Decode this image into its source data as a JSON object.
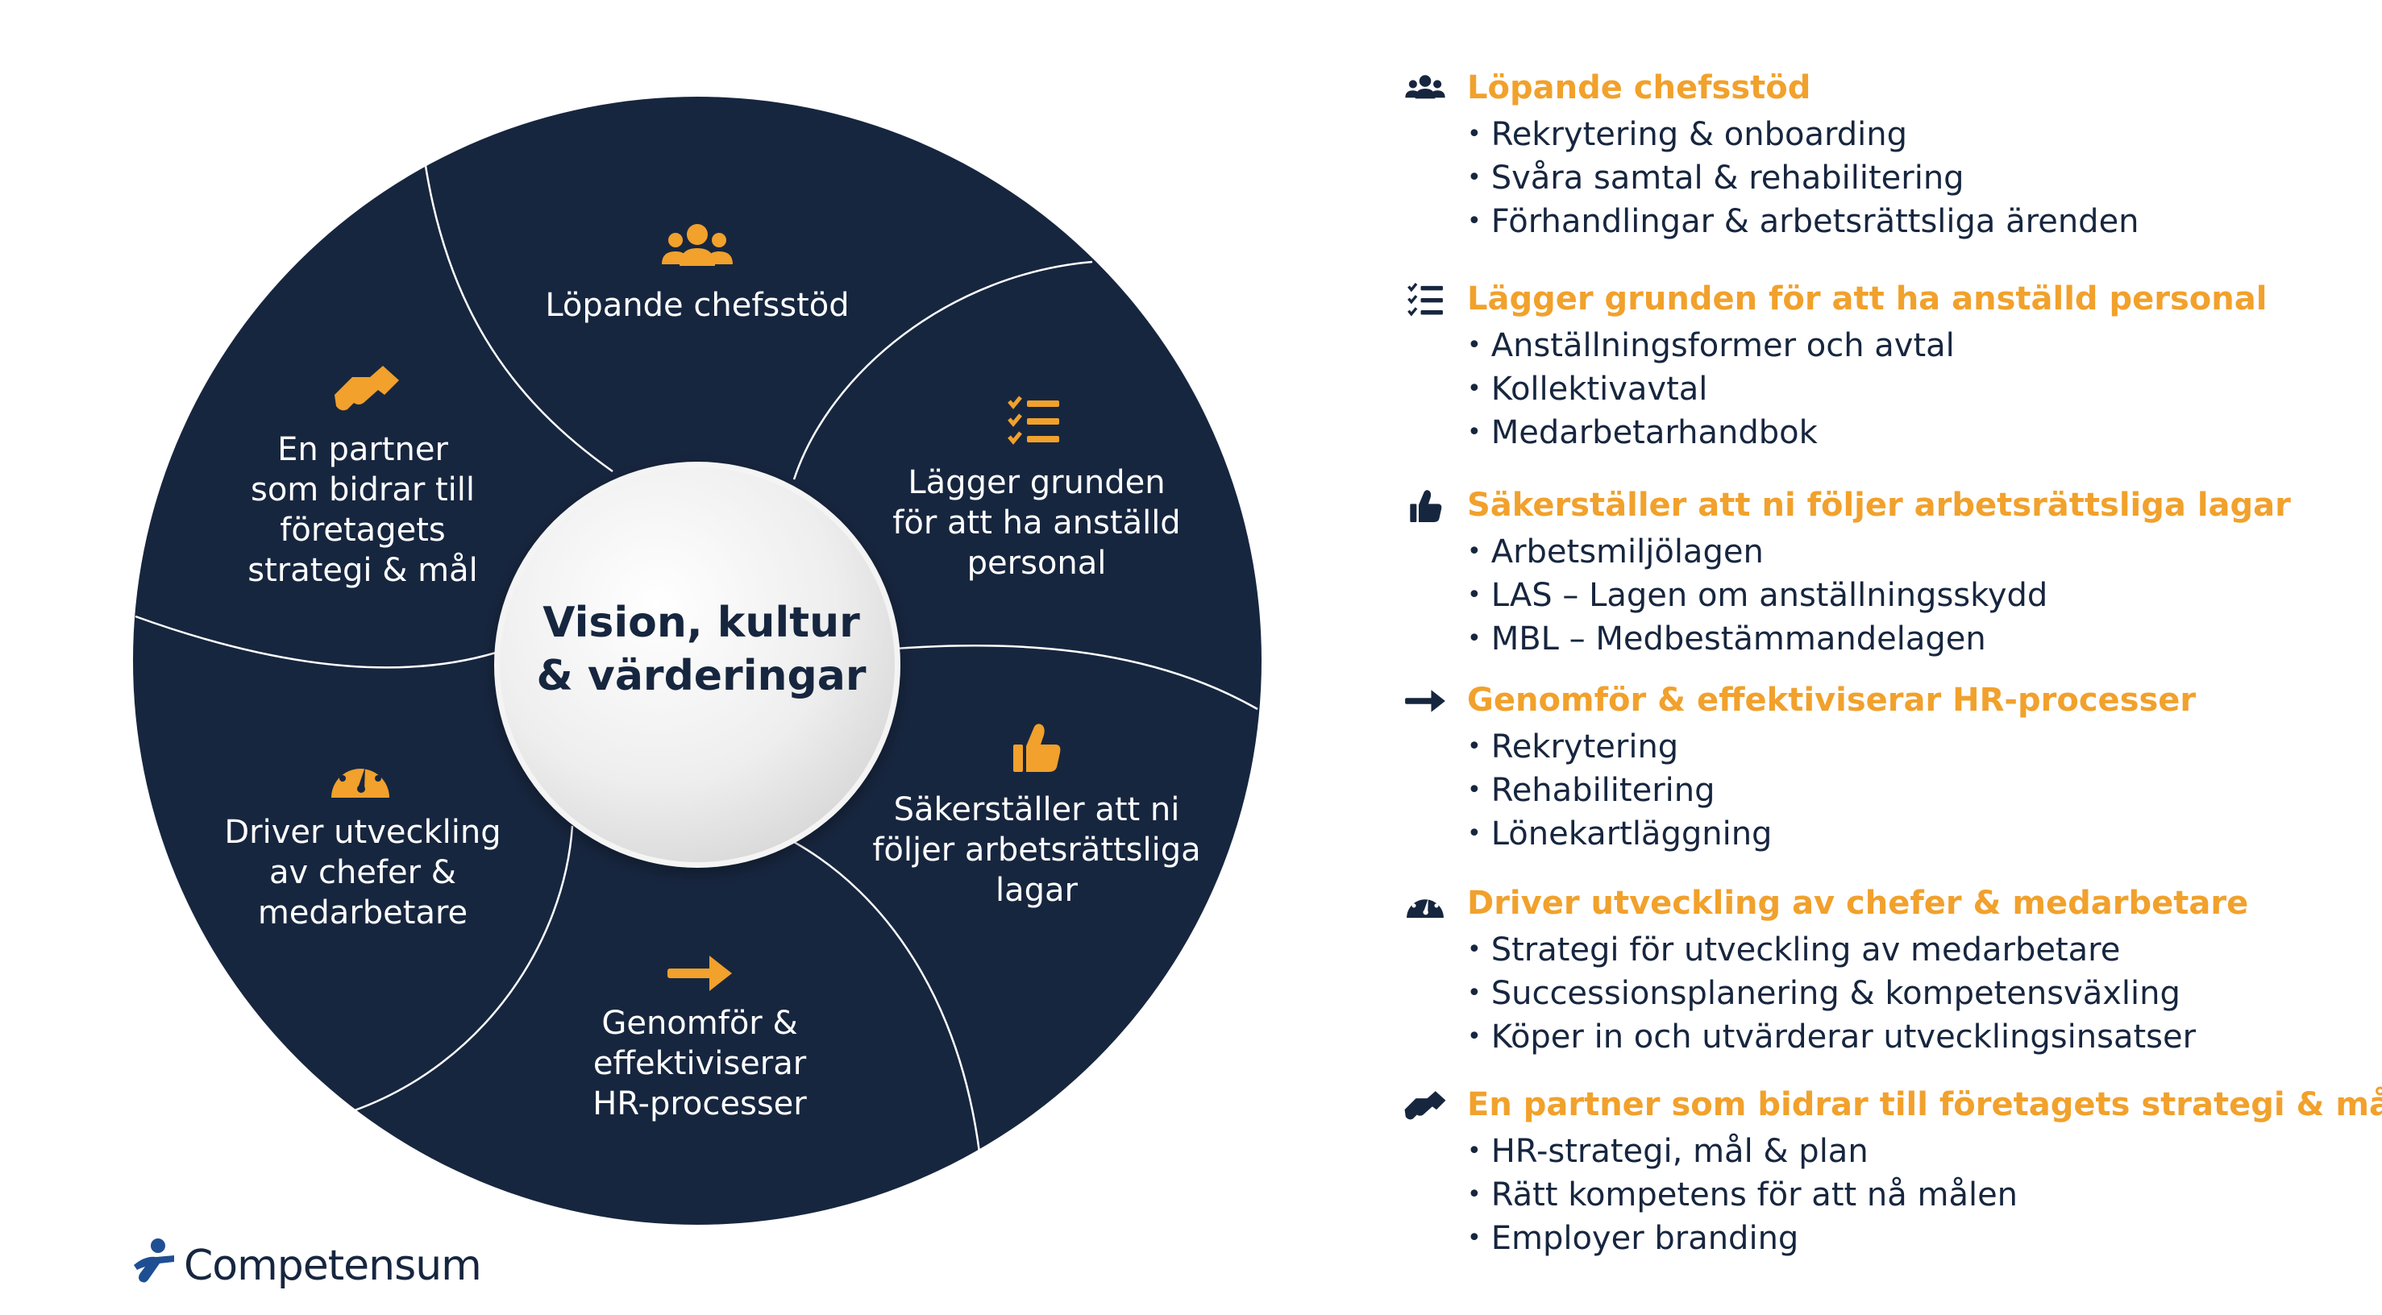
{
  "colors": {
    "navy": "#17263f",
    "accent": "#f1a12c",
    "center": "#f4f4f4",
    "divider": "#ffffff"
  },
  "center": {
    "lines": [
      "Vision, kultur",
      "& värderingar"
    ]
  },
  "segments": [
    {
      "icon": "group-icon",
      "lines": [
        "Löpande chefsstöd"
      ]
    },
    {
      "icon": "checklist-icon",
      "lines": [
        "Lägger grunden",
        "för att ha anställd",
        "personal"
      ]
    },
    {
      "icon": "thumbs-up-icon",
      "lines": [
        "Säkerställer att ni",
        "följer arbetsrättsliga",
        "lagar"
      ]
    },
    {
      "icon": "arrow-right-icon",
      "lines": [
        "Genomför &",
        "effektiviserar",
        "HR-processer"
      ]
    },
    {
      "icon": "gauge-icon",
      "lines": [
        "Driver utveckling",
        "av chefer &",
        "medarbetare"
      ]
    },
    {
      "icon": "handshake-icon",
      "lines": [
        "En partner",
        "som bidrar till",
        "företagets",
        "strategi & mål"
      ]
    }
  ],
  "legend": [
    {
      "icon": "group-icon",
      "title": "Löpande chefsstöd",
      "items": [
        "Rekrytering & onboarding",
        "Svåra samtal & rehabilitering",
        "Förhandlingar & arbetsrättsliga ärenden"
      ]
    },
    {
      "icon": "checklist-icon",
      "title": "Lägger grunden för att ha anställd personal",
      "items": [
        "Anställningsformer och avtal",
        "Kollektivavtal",
        "Medarbetarhandbok"
      ]
    },
    {
      "icon": "thumbs-up-icon",
      "title": "Säkerställer att ni följer arbetsrättsliga lagar",
      "items": [
        "Arbetsmiljölagen",
        "LAS – Lagen om anställningsskydd",
        "MBL – Medbestämmandelagen"
      ]
    },
    {
      "icon": "arrow-right-icon",
      "title": "Genomför & effektiviserar HR-processer",
      "items": [
        "Rekrytering",
        "Rehabilitering",
        "Lönekartläggning"
      ]
    },
    {
      "icon": "gauge-icon",
      "title": "Driver utveckling av chefer & medarbetare",
      "items": [
        "Strategi för utveckling av medarbetare",
        "Successionsplanering & kompetensväxling",
        "Köper in och utvärderar utvecklingsinsatser"
      ]
    },
    {
      "icon": "handshake-icon",
      "title": "En partner som bidrar till företagets strategi & mål",
      "items": [
        "HR-strategi, mål & plan",
        "Rätt kompetens för att nå målen",
        "Employer branding"
      ]
    }
  ],
  "logo": {
    "text": "Competensum"
  }
}
